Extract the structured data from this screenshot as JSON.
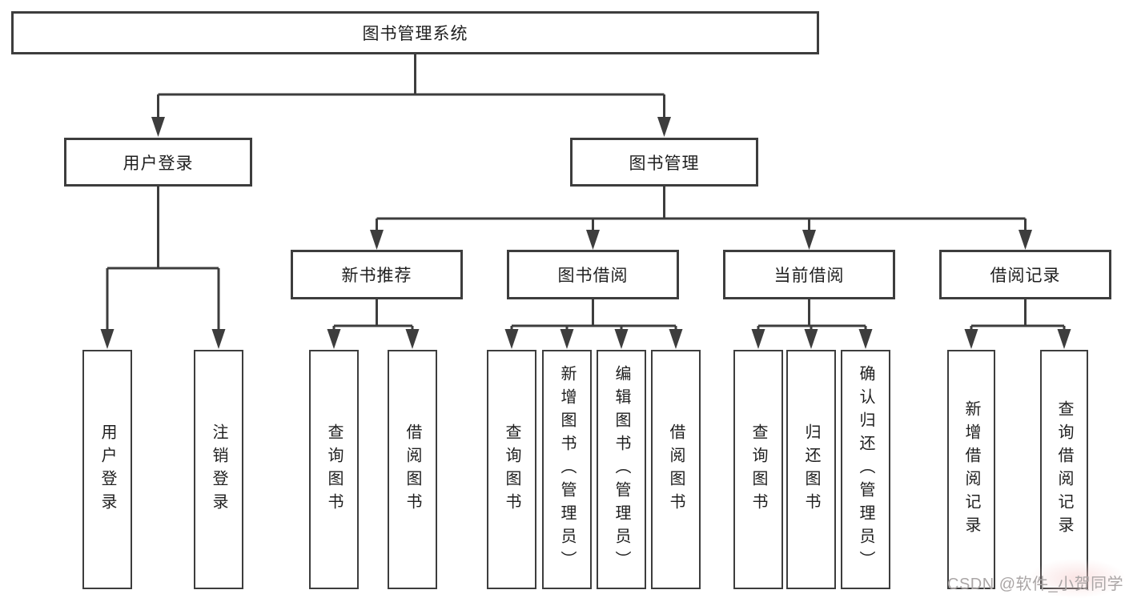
{
  "colors": {
    "background": "#ffffff",
    "line": "#3d3d3d",
    "box_border": "#3d3d3d",
    "text": "#1f1f1f",
    "watermark": "#aaa6a6"
  },
  "watermark": {
    "text": "CSDN @软件_小贺同学"
  },
  "diagram": {
    "type": "hierarchy",
    "root": {
      "label": "图书管理系统",
      "children": [
        {
          "label": "用户登录",
          "children": [
            {
              "label": "用户登录"
            },
            {
              "label": "注销登录"
            }
          ]
        },
        {
          "label": "图书管理",
          "children": [
            {
              "label": "新书推荐",
              "children": [
                {
                  "label": "查询图书"
                },
                {
                  "label": "借阅图书"
                }
              ]
            },
            {
              "label": "图书借阅",
              "children": [
                {
                  "label": "查询图书"
                },
                {
                  "label": "新增图书（管理员）"
                },
                {
                  "label": "编辑图书（管理员）"
                },
                {
                  "label": "借阅图书"
                }
              ]
            },
            {
              "label": "当前借阅",
              "children": [
                {
                  "label": "查询图书"
                },
                {
                  "label": "归还图书"
                },
                {
                  "label": "确认归还（管理员）"
                }
              ]
            },
            {
              "label": "借阅记录",
              "children": [
                {
                  "label": "新增借阅记录"
                },
                {
                  "label": "查询借阅记录"
                }
              ]
            }
          ]
        }
      ]
    }
  }
}
